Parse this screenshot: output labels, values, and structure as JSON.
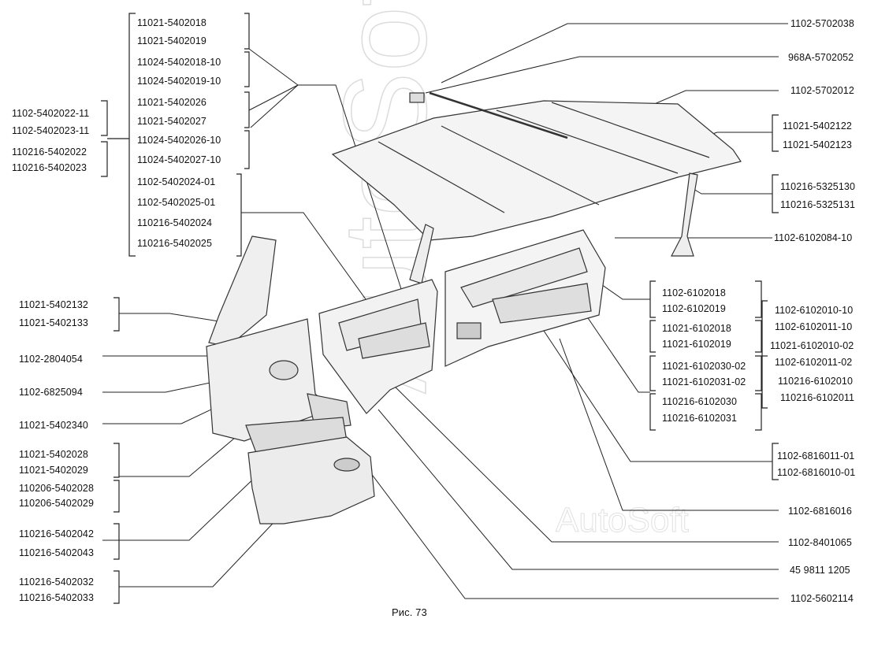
{
  "figure": {
    "caption": "Рис. 73",
    "watermark": "AutoSoft"
  },
  "labels": {
    "l_a1": "11021-5402018",
    "l_a2": "11021-5402019",
    "l_a3": "11024-5402018-10",
    "l_a4": "11024-5402019-10",
    "l_a5": "11021-5402026",
    "l_a6": "11021-5402027",
    "l_a7": "11024-5402026-10",
    "l_a8": "11024-5402027-10",
    "l_a9": "1102-5402024-01",
    "l_a10": "1102-5402025-01",
    "l_a11": "110216-5402024",
    "l_a12": "110216-5402025",
    "l_b1": "1102-5402022-11",
    "l_b2": "1102-5402023-11",
    "l_b3": "110216-5402022",
    "l_b4": "110216-5402023",
    "l_c1": "11021-5402132",
    "l_c2": "11021-5402133",
    "l_c3": "1102-2804054",
    "l_c4": "1102-6825094",
    "l_c5": "11021-5402340",
    "l_c6": "11021-5402028",
    "l_c7": "11021-5402029",
    "l_c8": "110206-5402028",
    "l_c9": "110206-5402029",
    "l_c10": "110216-5402042",
    "l_c11": "110216-5402043",
    "l_c12": "110216-5402032",
    "l_c13": "110216-5402033",
    "r1": "1102-5702038",
    "r2": "968A-5702052",
    "r3": "1102-5702012",
    "r4": "11021-5402122",
    "r5": "11021-5402123",
    "r6": "110216-5325130",
    "r7": "110216-5325131",
    "r8": "1102-6102084-10",
    "m1": "1102-6102018",
    "m2": "1102-6102019",
    "m3": "11021-6102018",
    "m4": "11021-6102019",
    "m5": "11021-6102030-02",
    "m6": "11021-6102031-02",
    "m7": "110216-6102030",
    "m8": "110216-6102031",
    "n1": "1102-6102010-10",
    "n2": "1102-6102011-10",
    "n3": "11021-6102010-02",
    "n4": "1102-6102011-02",
    "n5": "110216-6102010",
    "n6": "110216-6102011",
    "r9": "1102-6816011-01",
    "r10": "1102-6816010-01",
    "r11": "1102-6816016",
    "r12": "1102-8401065",
    "r13": "45 9811 1205",
    "r14": "1102-5602114"
  }
}
